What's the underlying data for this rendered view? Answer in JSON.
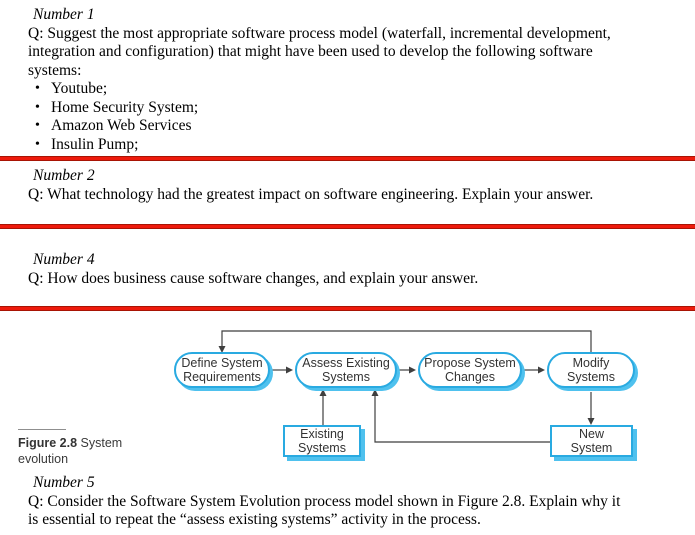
{
  "sections": {
    "q1": {
      "heading": "Number 1",
      "lines": [
        "Q: Suggest the most appropriate software process model (waterfall, incremental development,",
        "integration and configuration) that might have been used to develop the following software",
        "systems:"
      ],
      "bullet_char": "•",
      "bullets": [
        "Youtube;",
        "Home Security System;",
        "Amazon Web Services",
        "Insulin Pump;"
      ]
    },
    "q2": {
      "heading": "Number 2",
      "question": "Q: What technology had the greatest impact on software engineering. Explain your answer."
    },
    "q4": {
      "heading": "Number 4",
      "question": "Q: How does business cause software changes, and explain your answer."
    },
    "q5": {
      "heading": "Number 5",
      "lines": [
        "Q: Consider the Software System Evolution process model shown in Figure 2.8. Explain why it",
        "is essential to repeat the “assess existing systems” activity in the process."
      ]
    }
  },
  "figure": {
    "caption_label": "Figure 2.8",
    "caption_text": " System evolution",
    "nodes": {
      "define": "Define System\nRequirements",
      "assess": "Assess Existing\nSystems",
      "propose": "Propose System\nChanges",
      "modify": "Modify\nSystems",
      "existing": "Existing\nSystems",
      "newsys": "New\nSystem"
    },
    "colors": {
      "node_border": "#29aae1",
      "node_shadow": "#4fc1ee",
      "connector": "#3f3f3f",
      "divider_red": "#ee1a0c"
    }
  }
}
